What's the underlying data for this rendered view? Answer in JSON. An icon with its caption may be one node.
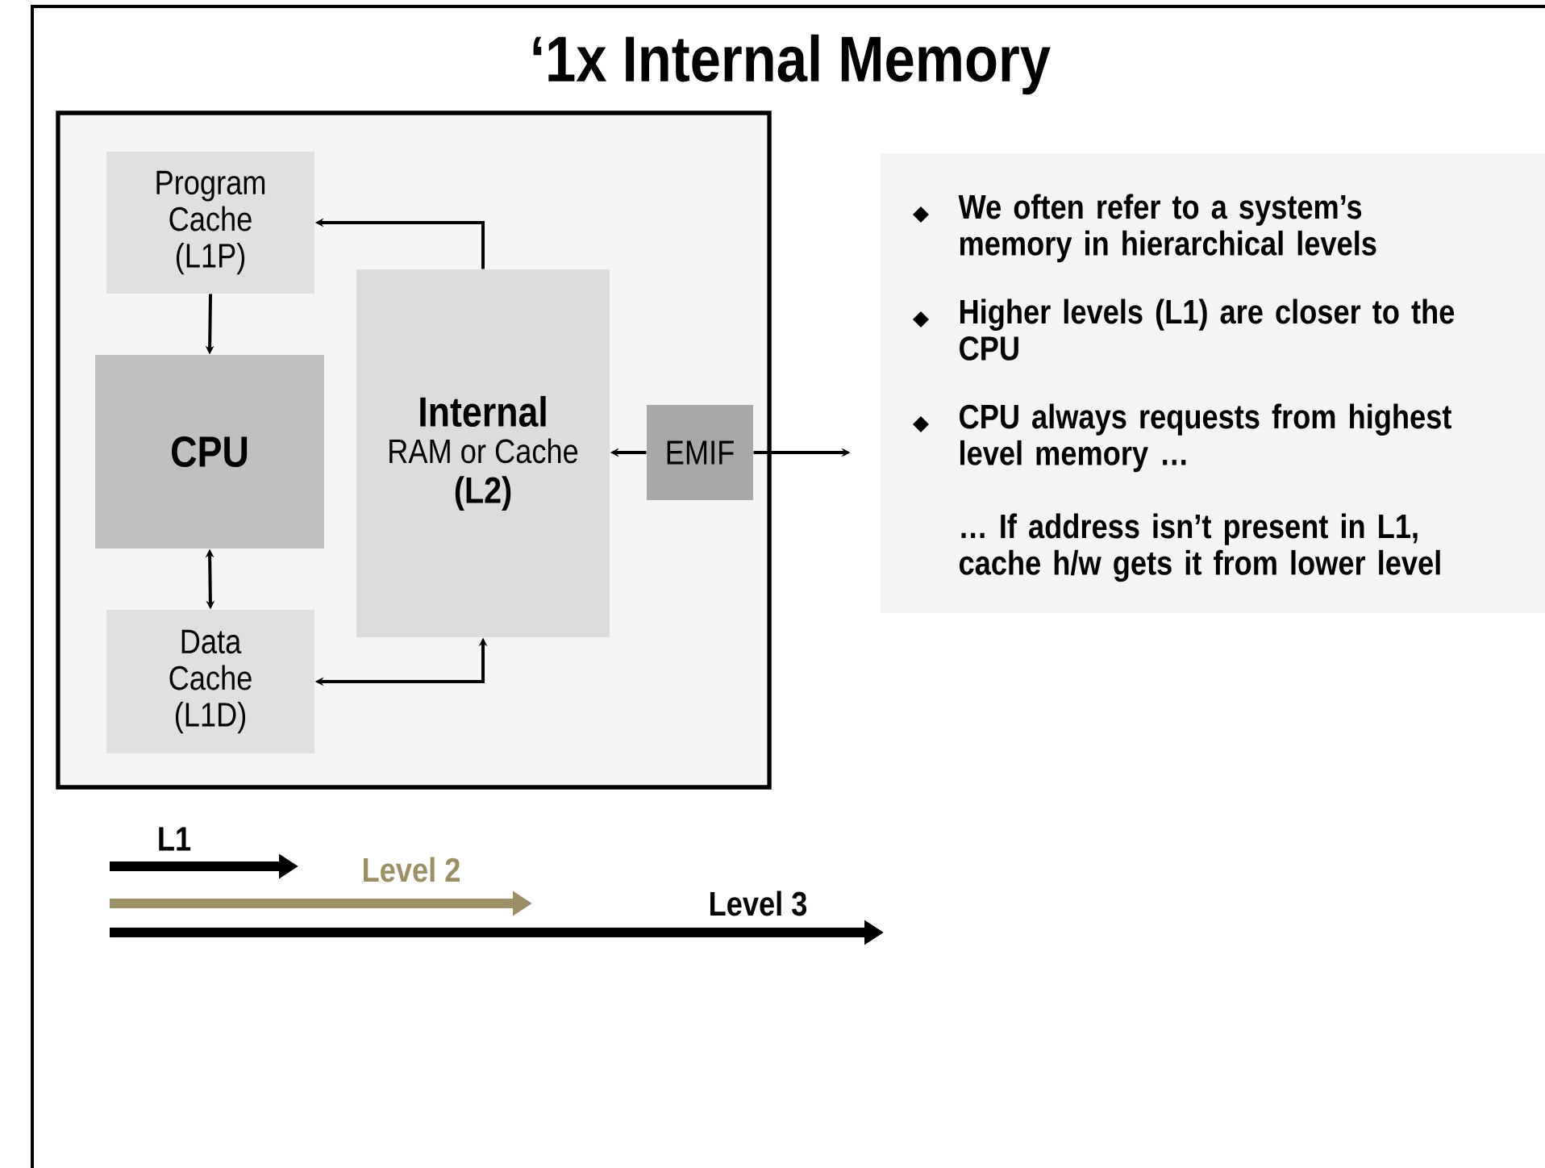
{
  "diagram": {
    "title": "‘1x Internal Memory",
    "nodes": [
      {
        "text": [],
        "shape": "box"
      },
      {
        "text": [
          "Program Cache (L1P)"
        ],
        "in": 0
      },
      {
        "text": [
          "CPU"
        ],
        "in": 0
      },
      {
        "text": [
          "Internal",
          "RAM or Cache",
          "(L2)"
        ],
        "in": 0
      },
      {
        "text": [
          "Data Cache (L1D)"
        ],
        "in": 0
      },
      {
        "text": [
          "EMIF"
        ],
        "in": 0
      },
      {
        "text": [
          "We often refer to a system’s memory in hierarchical levels",
          "Higher levels (L1) are closer to the CPU",
          "CPU always requests from highest level memory …",
          "… If address isn’t present in L1, cache h/w gets it from lower level"
        ]
      }
    ],
    "edges": [
      {
        "from": 1,
        "to": 2,
        "arrow": "to"
      },
      {
        "from": 2,
        "to": 4,
        "arrow": "both"
      },
      {
        "from": 3,
        "to": 1,
        "arrow": "to"
      },
      {
        "from": 3,
        "to": 4,
        "arrow": "both"
      },
      {
        "from": 5,
        "to": 3,
        "arrow": "to"
      },
      {
        "from": 5,
        "to": null,
        "arrow": "to"
      }
    ],
    "labels": [
      "L1",
      "Level 2",
      "Level 3"
    ]
  }
}
